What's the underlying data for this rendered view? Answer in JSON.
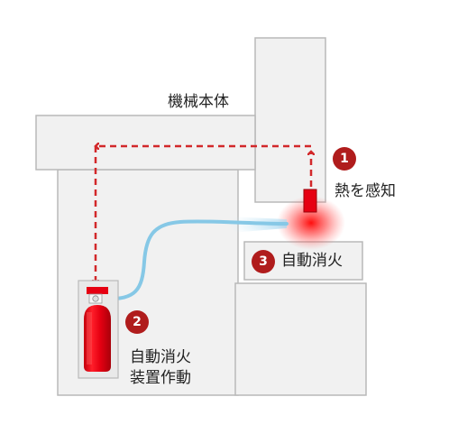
{
  "labels": {
    "machine_body": "機械本体",
    "step1_text": "熱を感知",
    "step2_text_line1": "自動消火",
    "step2_text_line2": "装置作動",
    "step3_text": "自動消火"
  },
  "badges": {
    "step1": "1",
    "step2": "2",
    "step3": "3"
  },
  "colors": {
    "machine_fill": "#f1f1f1",
    "machine_stroke": "#b9b9b9",
    "accent_red": "#e60012",
    "badge_red": "#b01c1c",
    "hose_blue": "#86c8e6",
    "arrow_red": "#d2282a"
  },
  "icons": [
    "fire-extinguisher-icon",
    "heat-sensor-icon",
    "nozzle-icon",
    "heat-glow-icon"
  ]
}
